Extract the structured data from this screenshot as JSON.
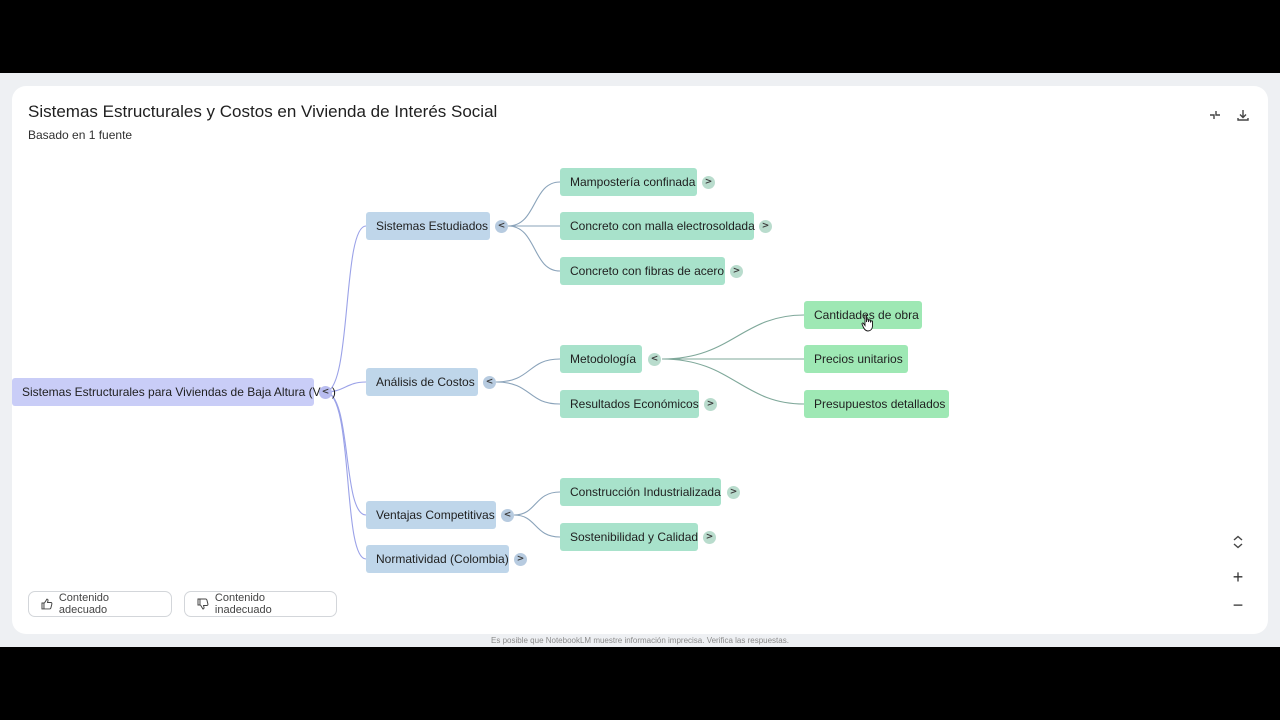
{
  "header": {
    "title": "Sistemas Estructurales y Costos en Vivienda de Interés Social",
    "subtitle": "Basado en 1 fuente"
  },
  "toolbar": {
    "collapse_icon": "collapse-icon",
    "download_icon": "download-icon"
  },
  "mindmap": {
    "root": "Sistemas Estructurales para Viviendas de Baja Altura (VIS)",
    "sistemas_estudiados": {
      "label": "Sistemas Estudiados",
      "children": [
        "Mampostería confinada",
        "Concreto con malla electrosoldada",
        "Concreto con fibras de acero"
      ]
    },
    "analisis_costos": {
      "label": "Análisis de Costos",
      "metodologia": {
        "label": "Metodología",
        "children": [
          "Cantidades de obra",
          "Precios unitarios",
          "Presupuestos detallados"
        ]
      },
      "resultados": "Resultados Económicos"
    },
    "ventajas": {
      "label": "Ventajas Competitivas",
      "children": [
        "Construcción Industrializada",
        "Sostenibilidad y Calidad"
      ]
    },
    "normatividad": "Normatividad (Colombia)",
    "expanded_symbol": "<",
    "collapsed_symbol": ">"
  },
  "feedback": {
    "good": "Contenido adecuado",
    "bad": "Contenido inadecuado"
  },
  "zoom": {
    "plus": "+",
    "minus": "−"
  },
  "disclaimer": "Es posible que NotebookLM muestre información imprecisa. Verifica las respuestas."
}
